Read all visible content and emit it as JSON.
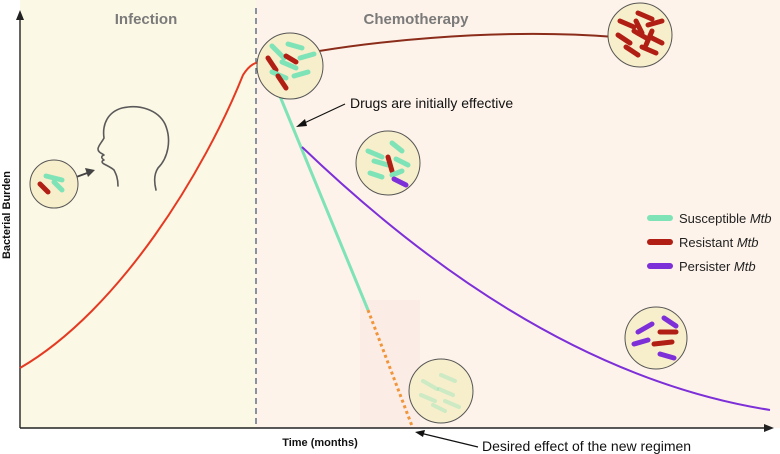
{
  "phases": {
    "infection": "Infection",
    "chemotherapy": "Chemotherapy"
  },
  "axes": {
    "y_label": "Bacterial Burden",
    "x_label": "Time (months)"
  },
  "annotations": {
    "drugs_effective": "Drugs are initially effective",
    "desired_effect": "Desired effect of the new regimen"
  },
  "legend": [
    {
      "name": "Susceptible",
      "italic": "Mtb",
      "color": "#7fe3b8"
    },
    {
      "name": "Resistant",
      "italic": "Mtb",
      "color": "#b01e14"
    },
    {
      "name": "Persister",
      "italic": "Mtb",
      "color": "#7d2fd8"
    }
  ],
  "colors": {
    "infection_bg": "#fcf8e6",
    "chemo_bg": "#fdf3ea",
    "growth_curve": "#e53a22",
    "resistant_curve": "#8b2c1a",
    "susceptible_line": "#7fe3b8",
    "persister_curve": "#7d2fd8",
    "desired_dotted": "#f0953a",
    "circle_fill": "#f7eecb",
    "head_outline": "#5a5a5a"
  },
  "icons": {
    "head": "human-head-profile-icon",
    "bacteria": "bacteria-cluster-icon"
  }
}
